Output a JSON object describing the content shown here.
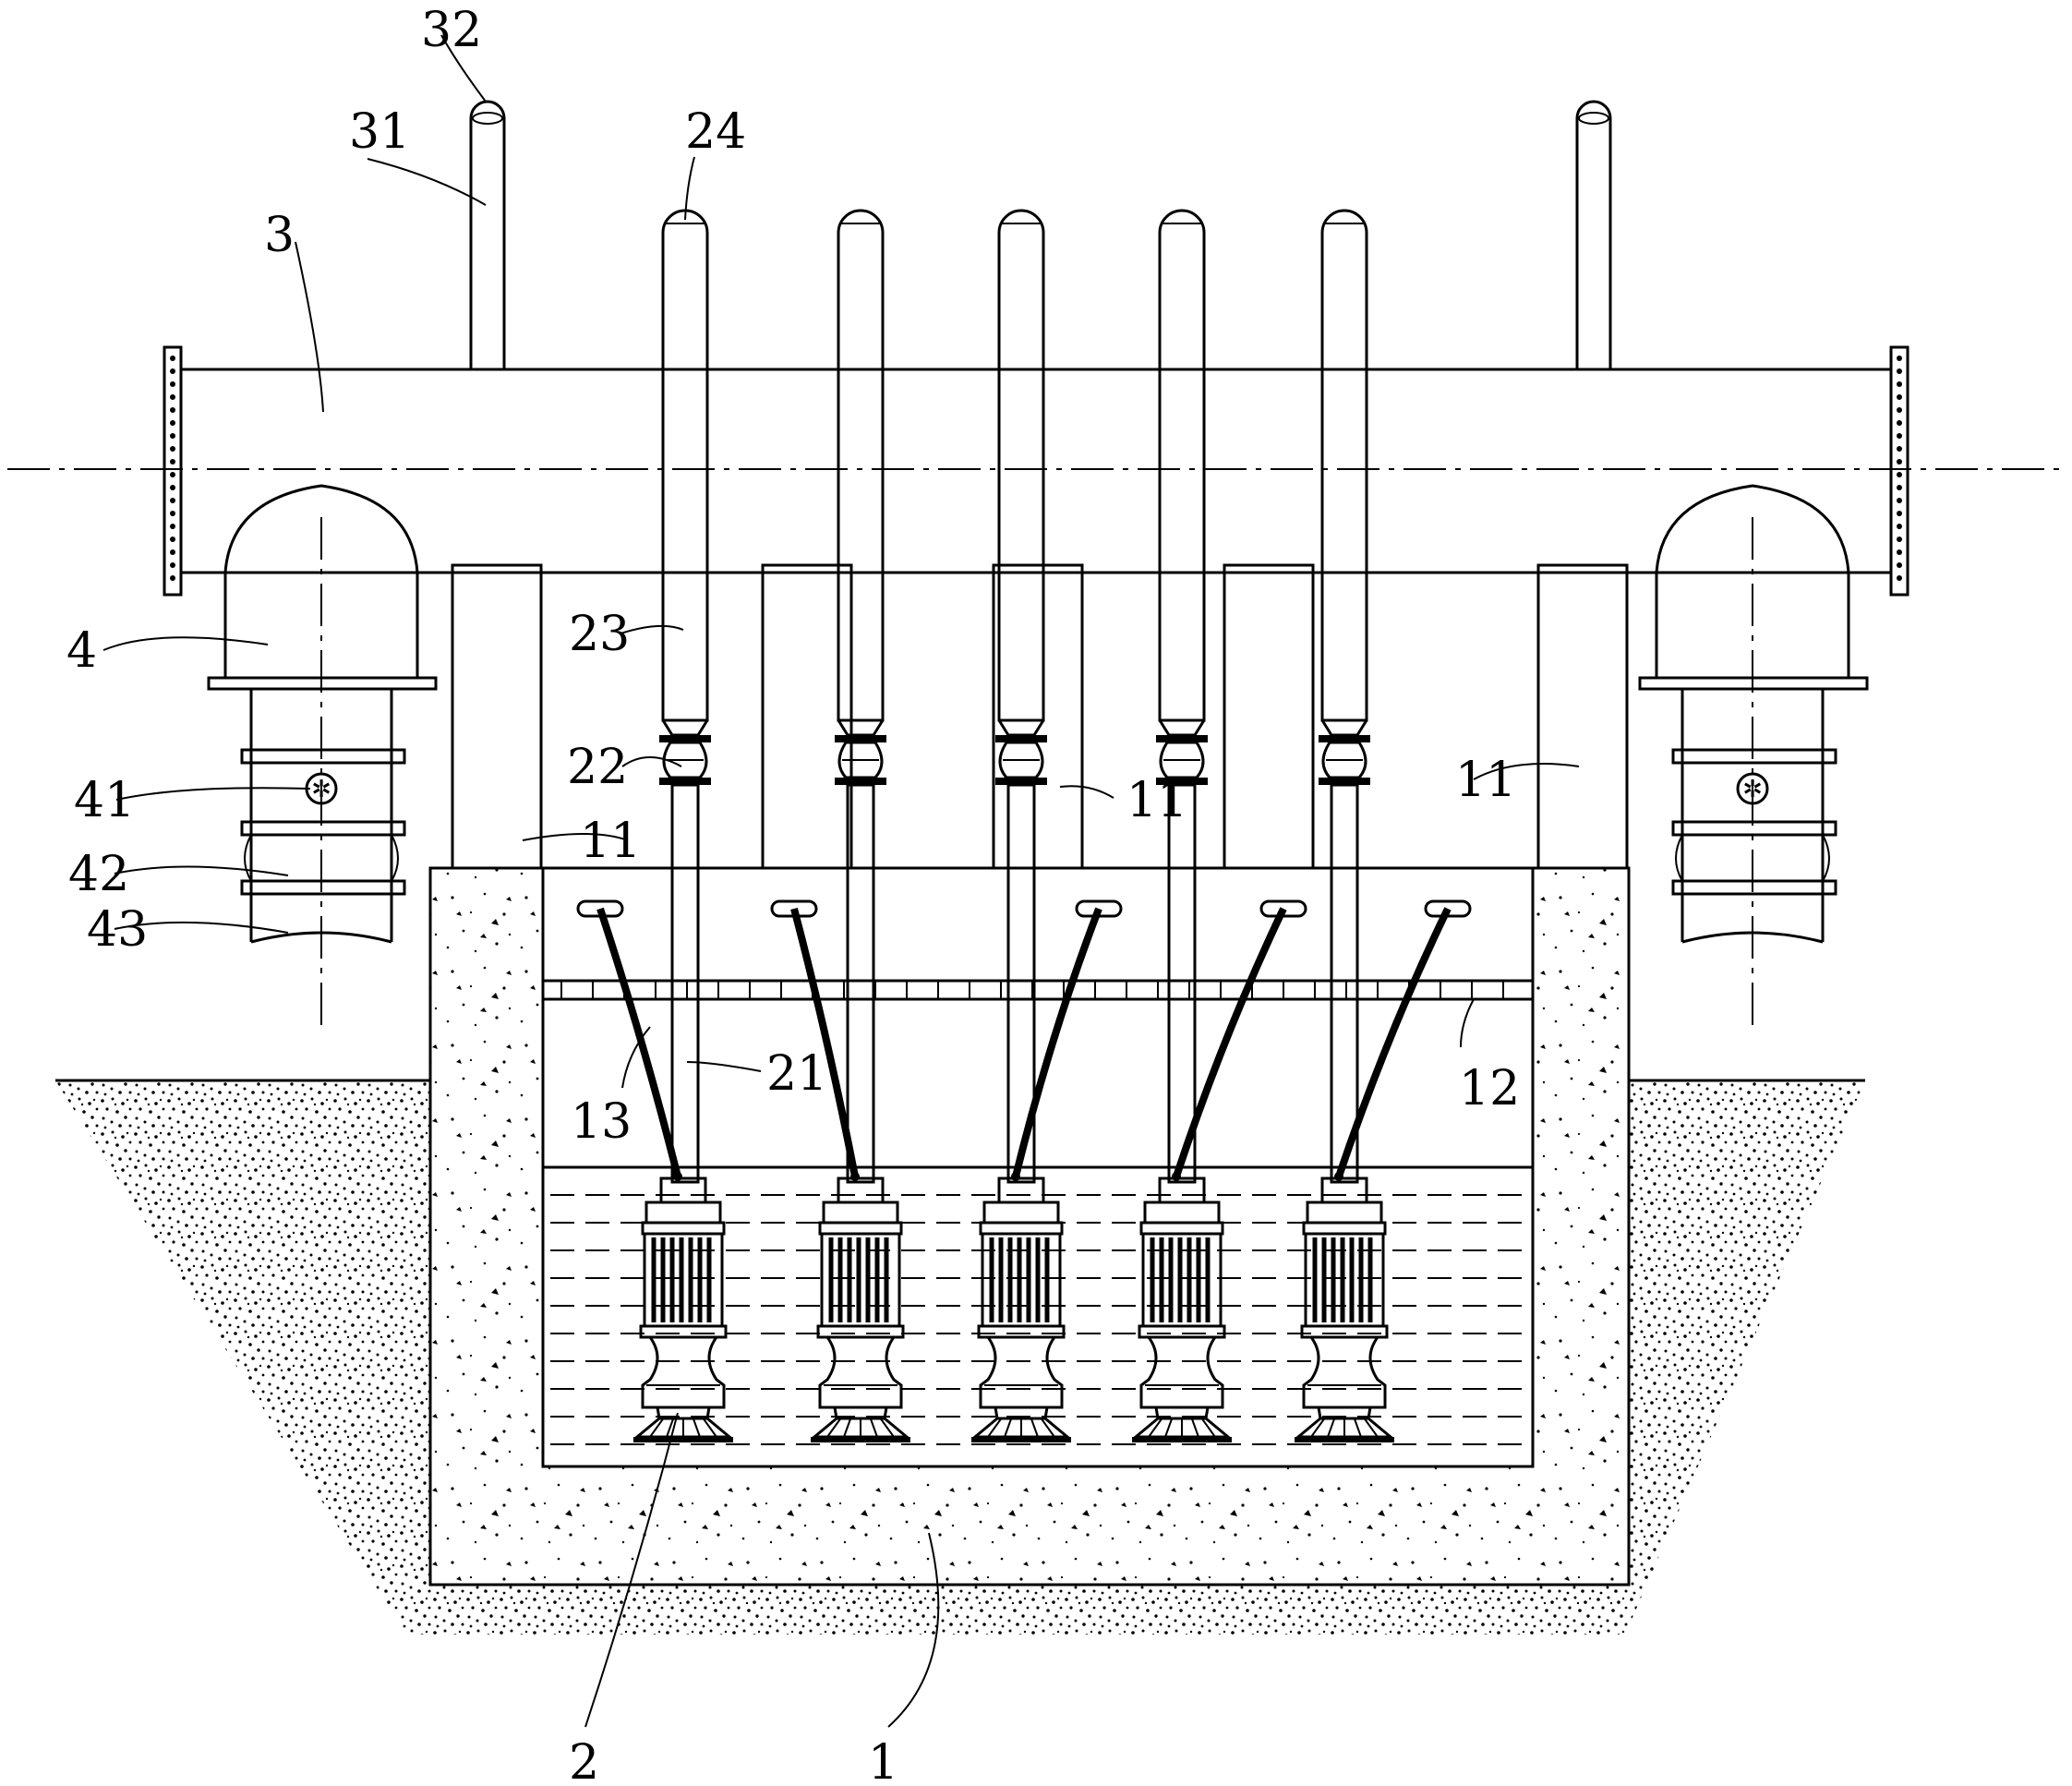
{
  "labels": {
    "l1": "1",
    "l2": "2",
    "l3": "3",
    "l4": "4",
    "l11a": "11",
    "l11b": "11",
    "l11c": "11",
    "l12": "12",
    "l13": "13",
    "l21": "21",
    "l22": "22",
    "l23": "23",
    "l24": "24",
    "l31": "31",
    "l32": "32",
    "l41": "41",
    "l42": "42",
    "l43": "43"
  },
  "components": {
    "pump_count": 5,
    "riser_count": 5,
    "vent_pipe_count": 2,
    "outlet_count": 2
  }
}
